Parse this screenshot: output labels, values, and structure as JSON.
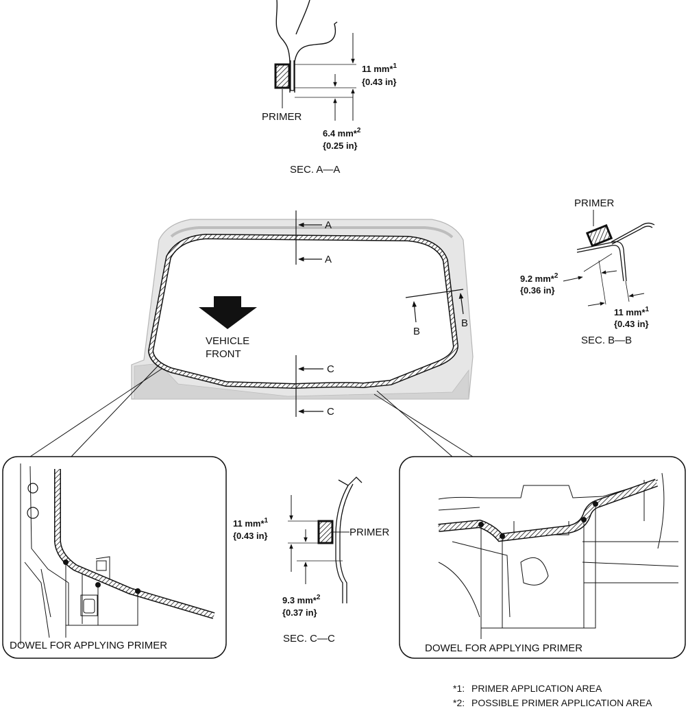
{
  "sec_aa": {
    "primer": "PRIMER",
    "dim1_value": "11 mm*",
    "dim1_sup": "1",
    "dim1_in": "{0.43 in}",
    "dim2_value": "6.4 mm*",
    "dim2_sup": "2",
    "dim2_in": "{0.25 in}",
    "title": "SEC. A—A"
  },
  "sec_bb": {
    "primer": "PRIMER",
    "dim2_value": "9.2 mm*",
    "dim2_sup": "2",
    "dim2_in": "{0.36 in}",
    "dim1_value": "11 mm*",
    "dim1_sup": "1",
    "dim1_in": "{0.43 in}",
    "title": "SEC. B—B"
  },
  "main_view": {
    "section_marks": {
      "a": "A",
      "b": "B",
      "c": "C"
    },
    "direction_label_line1": "VEHICLE",
    "direction_label_line2": "FRONT"
  },
  "sec_cc": {
    "primer": "PRIMER",
    "dim1_value": "11 mm*",
    "dim1_sup": "1",
    "dim1_in": "{0.43 in}",
    "dim2_value": "9.3 mm*",
    "dim2_sup": "2",
    "dim2_in": "{0.37 in}",
    "title": "SEC. C—C"
  },
  "detail_left": {
    "label": "DOWEL FOR APPLYING PRIMER"
  },
  "detail_right": {
    "label": "DOWEL FOR APPLYING PRIMER"
  },
  "footnotes": {
    "note1_mark": "*1:",
    "note1_text": "PRIMER APPLICATION AREA",
    "note2_mark": "*2:",
    "note2_text": "POSSIBLE PRIMER APPLICATION AREA"
  },
  "colors": {
    "line": "#111111",
    "panel_fill": "#e4e4e4",
    "panel_shade": "#c8c8c8"
  }
}
